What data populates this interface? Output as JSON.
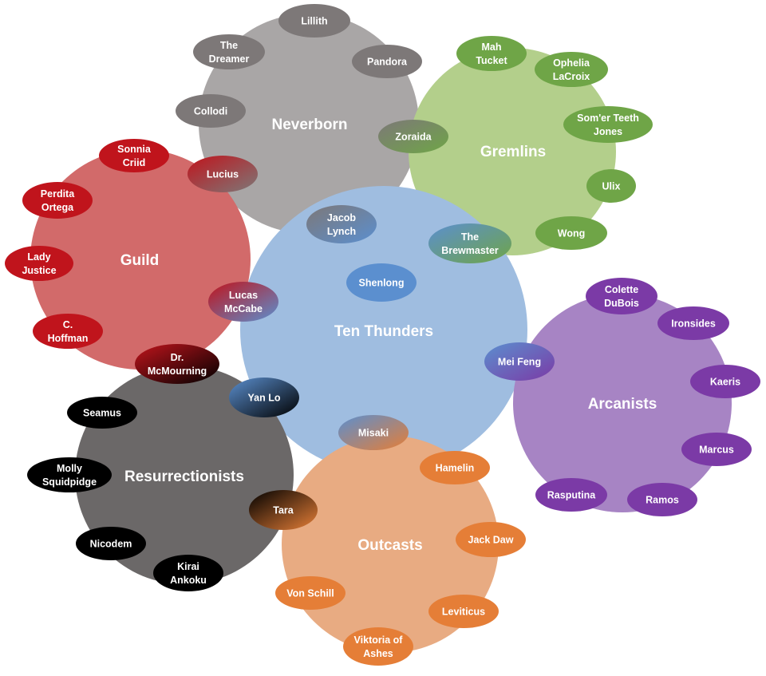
{
  "factions": [
    {
      "id": "neverborn",
      "name": "Neverborn",
      "color": "#a9a6a6"
    },
    {
      "id": "gremlins",
      "name": "Gremlins",
      "color": "#b3cf8b"
    },
    {
      "id": "guild",
      "name": "Guild",
      "color": "#d26a6a"
    },
    {
      "id": "ten-thunders",
      "name": "Ten Thunders",
      "color": "#9fbde0"
    },
    {
      "id": "arcanists",
      "name": "Arcanists",
      "color": "#a784c4"
    },
    {
      "id": "resurrectionists",
      "name": "Resurrectionists",
      "color": "#6b6868"
    },
    {
      "id": "outcasts",
      "name": "Outcasts",
      "color": "#e8ab82"
    }
  ],
  "masters": [
    {
      "id": "lillith",
      "lines": [
        "Lillith"
      ],
      "faction": "neverborn"
    },
    {
      "id": "the-dreamer",
      "lines": [
        "The",
        "Dreamer"
      ],
      "faction": "neverborn"
    },
    {
      "id": "pandora",
      "lines": [
        "Pandora"
      ],
      "faction": "neverborn"
    },
    {
      "id": "collodi",
      "lines": [
        "Collodi"
      ],
      "faction": "neverborn"
    },
    {
      "id": "zoraida",
      "lines": [
        "Zoraida"
      ],
      "faction": "neverborn",
      "dual": "gremlins"
    },
    {
      "id": "lucius",
      "lines": [
        "Lucius"
      ],
      "faction": "guild",
      "dual": "neverborn"
    },
    {
      "id": "mah-tucket",
      "lines": [
        "Mah",
        "Tucket"
      ],
      "faction": "gremlins"
    },
    {
      "id": "ophelia-lacroix",
      "lines": [
        "Ophelia",
        "LaCroix"
      ],
      "faction": "gremlins"
    },
    {
      "id": "somer-teeth-jones",
      "lines": [
        "Som'er Teeth",
        "Jones"
      ],
      "faction": "gremlins"
    },
    {
      "id": "ulix",
      "lines": [
        "Ulix"
      ],
      "faction": "gremlins"
    },
    {
      "id": "wong",
      "lines": [
        "Wong"
      ],
      "faction": "gremlins"
    },
    {
      "id": "the-brewmaster",
      "lines": [
        "The",
        "Brewmaster"
      ],
      "faction": "ten-thunders",
      "dual": "gremlins"
    },
    {
      "id": "sonnia-criid",
      "lines": [
        "Sonnia",
        "Criid"
      ],
      "faction": "guild"
    },
    {
      "id": "perdita-ortega",
      "lines": [
        "Perdita",
        "Ortega"
      ],
      "faction": "guild"
    },
    {
      "id": "lady-justice",
      "lines": [
        "Lady",
        "Justice"
      ],
      "faction": "guild"
    },
    {
      "id": "c-hoffman",
      "lines": [
        "C.",
        "Hoffman"
      ],
      "faction": "guild"
    },
    {
      "id": "lucas-mccabe",
      "lines": [
        "Lucas",
        "McCabe"
      ],
      "faction": "guild",
      "dual": "ten-thunders"
    },
    {
      "id": "dr-mcmourning",
      "lines": [
        "Dr.",
        "McMourning"
      ],
      "faction": "guild",
      "dual": "resurrectionists"
    },
    {
      "id": "jacob-lynch",
      "lines": [
        "Jacob",
        "Lynch"
      ],
      "faction": "neverborn",
      "dual": "ten-thunders"
    },
    {
      "id": "shenlong",
      "lines": [
        "Shenlong"
      ],
      "faction": "ten-thunders"
    },
    {
      "id": "mei-feng",
      "lines": [
        "Mei Feng"
      ],
      "faction": "ten-thunders",
      "dual": "arcanists"
    },
    {
      "id": "yan-lo",
      "lines": [
        "Yan Lo"
      ],
      "faction": "ten-thunders",
      "dual": "resurrectionists"
    },
    {
      "id": "misaki",
      "lines": [
        "Misaki"
      ],
      "faction": "ten-thunders",
      "dual": "outcasts"
    },
    {
      "id": "colette-dubois",
      "lines": [
        "Colette",
        "DuBois"
      ],
      "faction": "arcanists"
    },
    {
      "id": "ironsides",
      "lines": [
        "Ironsides"
      ],
      "faction": "arcanists"
    },
    {
      "id": "kaeris",
      "lines": [
        "Kaeris"
      ],
      "faction": "arcanists"
    },
    {
      "id": "marcus",
      "lines": [
        "Marcus"
      ],
      "faction": "arcanists"
    },
    {
      "id": "ramos",
      "lines": [
        "Ramos"
      ],
      "faction": "arcanists"
    },
    {
      "id": "rasputina",
      "lines": [
        "Rasputina"
      ],
      "faction": "arcanists"
    },
    {
      "id": "seamus",
      "lines": [
        "Seamus"
      ],
      "faction": "resurrectionists"
    },
    {
      "id": "molly-squidpidge",
      "lines": [
        "Molly",
        "Squidpidge"
      ],
      "faction": "resurrectionists"
    },
    {
      "id": "nicodem",
      "lines": [
        "Nicodem"
      ],
      "faction": "resurrectionists"
    },
    {
      "id": "kirai-ankoku",
      "lines": [
        "Kirai",
        "Ankoku"
      ],
      "faction": "resurrectionists"
    },
    {
      "id": "tara",
      "lines": [
        "Tara"
      ],
      "faction": "resurrectionists",
      "dual": "outcasts"
    },
    {
      "id": "hamelin",
      "lines": [
        "Hamelin"
      ],
      "faction": "outcasts"
    },
    {
      "id": "jack-daw",
      "lines": [
        "Jack Daw"
      ],
      "faction": "outcasts"
    },
    {
      "id": "leviticus",
      "lines": [
        "Leviticus"
      ],
      "faction": "outcasts"
    },
    {
      "id": "viktoria-of-ashes",
      "lines": [
        "Viktoria of",
        "Ashes"
      ],
      "faction": "outcasts"
    },
    {
      "id": "von-schill",
      "lines": [
        "Von Schill"
      ],
      "faction": "outcasts"
    }
  ],
  "node_colors": {
    "neverborn": "#7d7878",
    "gremlins": "#6fa547",
    "guild": "#c0141c",
    "ten-thunders": "#5b8fcf",
    "arcanists": "#7b3aa6",
    "resurrectionists": "#000000",
    "outcasts": "#e57e37"
  }
}
